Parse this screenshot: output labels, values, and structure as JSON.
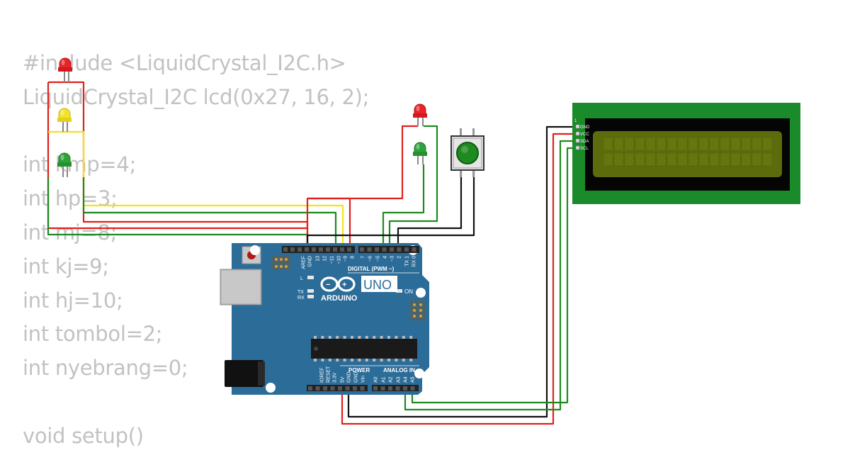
{
  "code": {
    "lines": [
      "#include <LiquidCrystal_I2C.h>",
      "LiquidCrystal_I2C lcd(0x27, 16, 2);",
      "",
      "int kmp=4;",
      "int hp=3;",
      "int mj=8;",
      "int kj=9;",
      "int hj=10;",
      "int tombol=2;",
      "int nyebrang=0;",
      "",
      "void setup()"
    ]
  },
  "arduino": {
    "brand": "ARDUINO",
    "model": "UNO",
    "on_label": "ON",
    "digital_label": "DIGITAL (PWM ~)",
    "power_label": "POWER",
    "analog_label": "ANALOG IN",
    "l_label": "L",
    "tx_label": "TX",
    "rx_label": "RX",
    "digital_pins": [
      "AREF",
      "GND",
      "13",
      "12",
      "~11",
      "~10",
      "~9",
      "8",
      "7",
      "~6",
      "~5",
      "4",
      "~3",
      "2",
      "TX 1",
      "RX 0"
    ],
    "power_pins": [
      "IOREF",
      "RESET",
      "3.3V",
      "5V",
      "GND",
      "GND",
      "Vin"
    ],
    "analog_pins": [
      "A0",
      "A1",
      "A2",
      "A3",
      "A4",
      "A5"
    ]
  },
  "lcd": {
    "pins": [
      "GND",
      "VCC",
      "SDA",
      "SCL"
    ],
    "pin1_marker": "1"
  },
  "colors": {
    "board": "#2c6c98",
    "wire_red": "#e0211c",
    "wire_yellow": "#f2e21a",
    "wire_green": "#1f8a1f",
    "wire_black": "#111111",
    "lcd_pcb": "#1a8a2a",
    "lcd_screen": "#5c6b0c",
    "led_red": "#e8232a",
    "led_yellow": "#f2e32a",
    "led_green": "#2ea33a",
    "code_text": "#c2c2c2"
  }
}
